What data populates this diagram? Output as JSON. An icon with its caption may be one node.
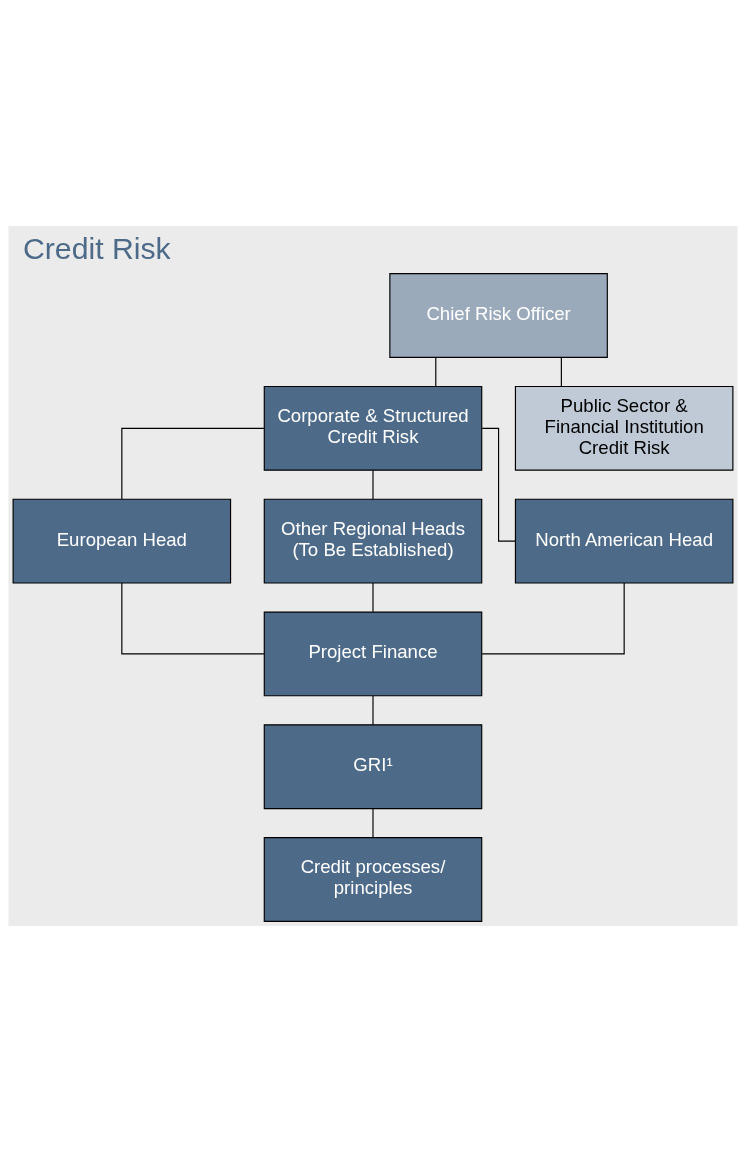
{
  "diagram": {
    "title": "Credit Risk",
    "nodes": [
      {
        "text": [
          "Chief Risk Officer"
        ]
      },
      {
        "text": [
          "Corporate & Structured Credit Risk"
        ]
      },
      {
        "text": [
          "European Head"
        ]
      },
      {
        "text": [
          "Other Regional Heads (To Be Established)"
        ]
      },
      {
        "text": [
          "North American Head"
        ]
      },
      {
        "text": [
          "Public Sector & Financial Institution Credit Risk"
        ]
      },
      {
        "text": [
          "Project Finance"
        ]
      },
      {
        "text": [
          "GRI¹"
        ]
      },
      {
        "text": [
          "Credit processes/ principles"
        ]
      }
    ],
    "edges": [
      {
        "from": 0,
        "to": 1,
        "arrow": "none"
      },
      {
        "from": 1,
        "to": 2,
        "arrow": "none"
      },
      {
        "from": 1,
        "to": 3,
        "arrow": "none"
      },
      {
        "from": 1,
        "to": 4,
        "arrow": "none"
      },
      {
        "from": 0,
        "to": 5,
        "arrow": "none"
      },
      {
        "from": 2,
        "to": 6,
        "arrow": "none"
      },
      {
        "from": 3,
        "to": 6,
        "arrow": "none"
      },
      {
        "from": 4,
        "to": 6,
        "arrow": "none"
      },
      {
        "from": 6,
        "to": 7,
        "arrow": "none"
      },
      {
        "from": 7,
        "to": 8,
        "arrow": "none"
      }
    ]
  }
}
